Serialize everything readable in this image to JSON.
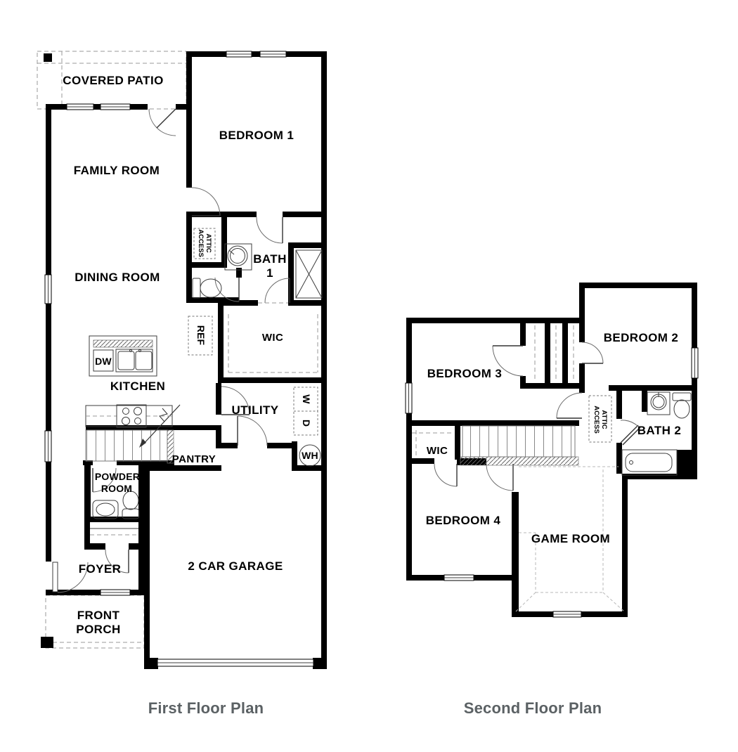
{
  "first_floor": {
    "caption": "First Floor Plan",
    "labels": {
      "covered_patio": "COVERED PATIO",
      "bedroom_1": "BEDROOM 1",
      "family_room": "FAMILY ROOM",
      "attic_access_line1": "ATTIC",
      "attic_access_line2": "ACCESS",
      "bath_1_line1": "BATH",
      "bath_1_line2": "1",
      "dining_room": "DINING ROOM",
      "wic": "WIC",
      "ref": "REF",
      "dw": "DW",
      "kitchen": "KITCHEN",
      "utility": "UTILITY",
      "washer": "W",
      "dryer": "D",
      "water_heater": "WH",
      "pantry": "PANTRY",
      "powder_room_line1": "POWDER",
      "powder_room_line2": "ROOM",
      "foyer": "FOYER",
      "front_porch_line1": "FRONT",
      "front_porch_line2": "PORCH",
      "garage": "2 CAR GARAGE"
    }
  },
  "second_floor": {
    "caption": "Second Floor Plan",
    "labels": {
      "bedroom_2": "BEDROOM 2",
      "bedroom_3": "BEDROOM 3",
      "bedroom_4": "BEDROOM 4",
      "game_room": "GAME ROOM",
      "wic": "WIC",
      "bath_2": "BATH 2",
      "attic_access_line1": "ATTIC",
      "attic_access_line2": "ACCESS"
    }
  },
  "colors": {
    "wall": "#000000",
    "fixture_line": "#3c3c3c",
    "dashed_line": "#9a9a9a",
    "caption_text": "#5b6164",
    "background": "#ffffff"
  }
}
